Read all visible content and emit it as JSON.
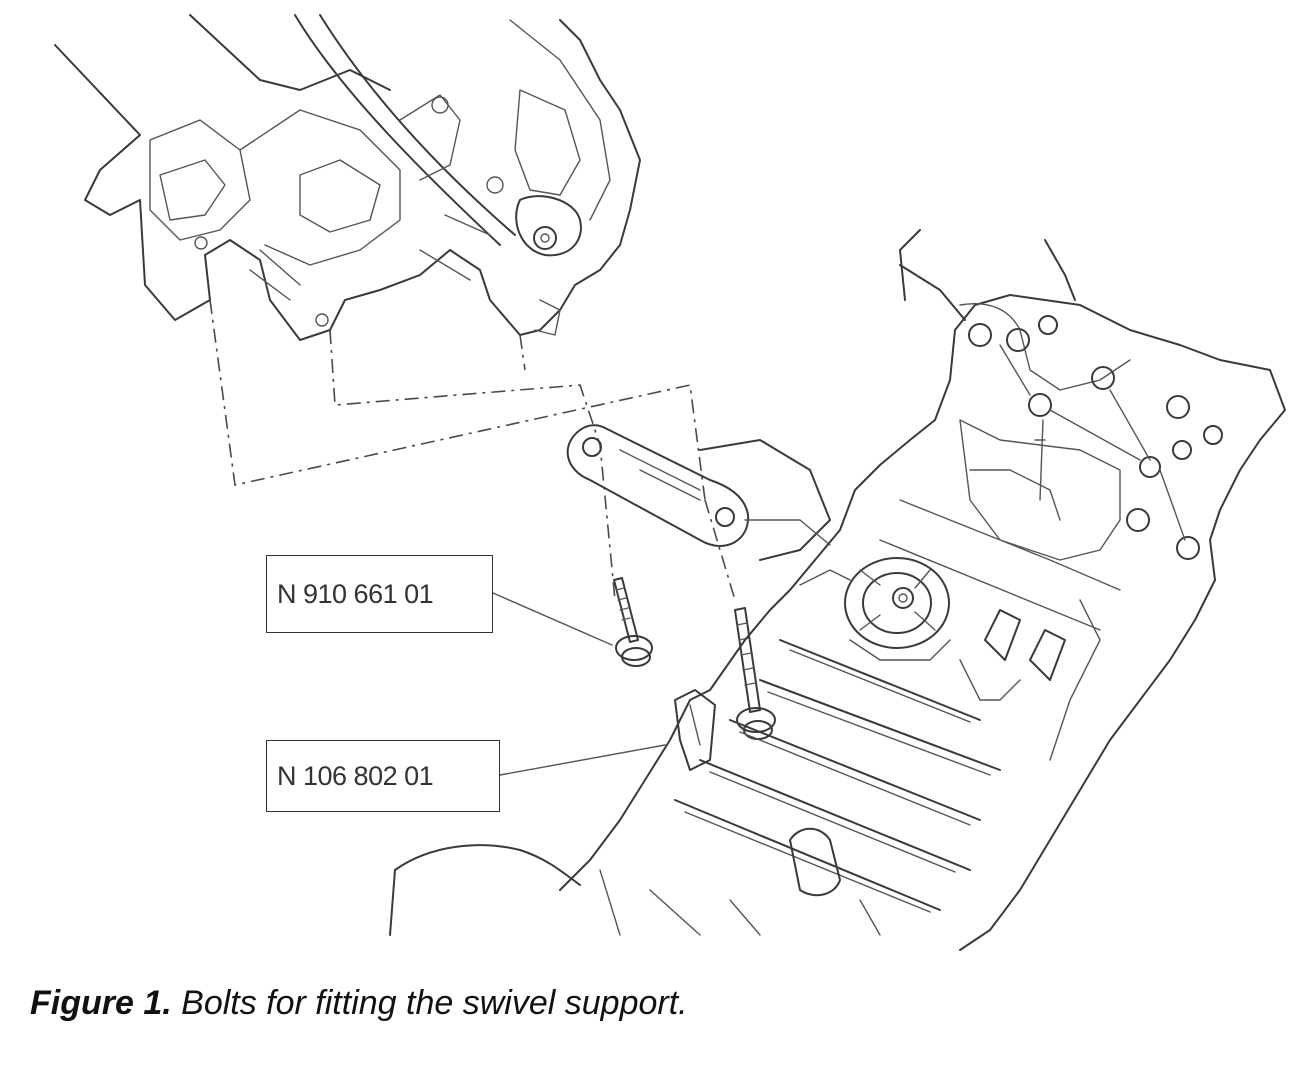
{
  "callouts": [
    {
      "id": "bolt-upper",
      "text": "N  910 661 01"
    },
    {
      "id": "bolt-lower",
      "text": "N  106 802 01"
    }
  ],
  "caption": {
    "label": "Figure 1.",
    "text": " Bolts for fitting the swivel support."
  }
}
